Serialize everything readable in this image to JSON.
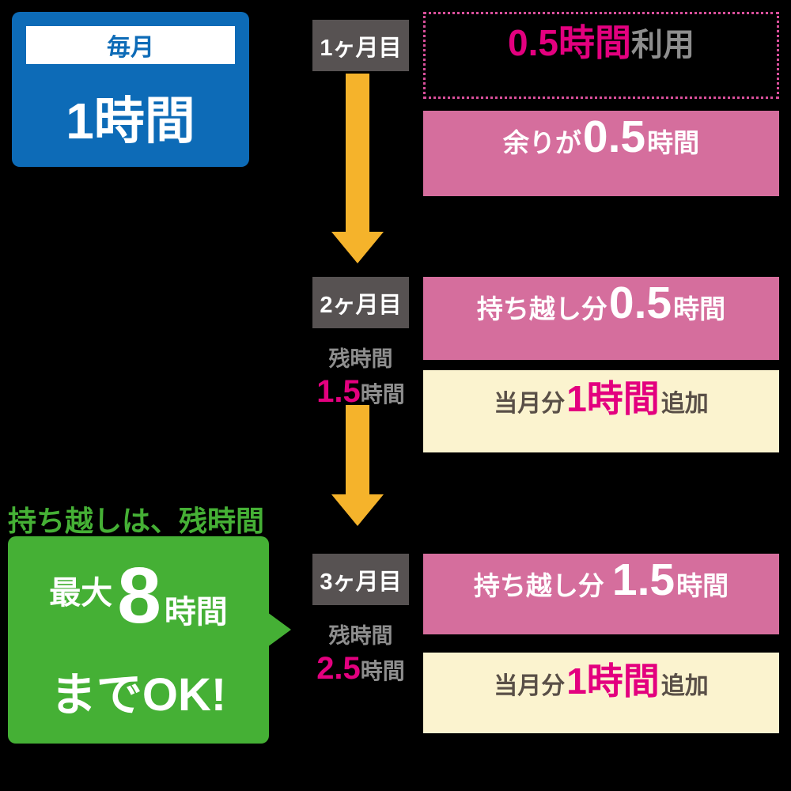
{
  "colors": {
    "blue": "#0d6bb7",
    "pink": "#d56e9d",
    "magenta": "#e3007f",
    "cream": "#fbf3cf",
    "arrow_yellow": "#f5b32b",
    "green": "#45b035",
    "month_box_gray": "#575252",
    "text_gray": "#8e8e8e",
    "dark_text": "#594f47"
  },
  "allowance": {
    "badge": "毎月",
    "amount": "1時間"
  },
  "months": [
    {
      "label": "1ヶ月目",
      "usage": {
        "highlight": "0.5時間",
        "suffix": "利用"
      },
      "remainder": {
        "prefix": "余りが",
        "value": "0.5",
        "unit": "時間"
      }
    },
    {
      "label": "2ヶ月目",
      "remaining": {
        "label": "残時間",
        "value": "1.5",
        "unit": "時間"
      },
      "carryover": {
        "prefix": "持ち越し分",
        "value": "0.5",
        "unit": "時間"
      },
      "added": {
        "prefix": "当月分",
        "value": "1時間",
        "suffix": "追加"
      }
    },
    {
      "label": "3ヶ月目",
      "remaining": {
        "label": "残時間",
        "value": "2.5",
        "unit": "時間"
      },
      "carryover": {
        "prefix": "持ち越し分",
        "value": "1.5",
        "unit": "時間"
      },
      "added": {
        "prefix": "当月分",
        "value": "1時間",
        "suffix": "追加"
      }
    }
  ],
  "max_note": {
    "headline": "持ち越しは、残時間",
    "prefix": "最大",
    "value": "8",
    "unit": "時間",
    "suffix": "までOK!"
  }
}
